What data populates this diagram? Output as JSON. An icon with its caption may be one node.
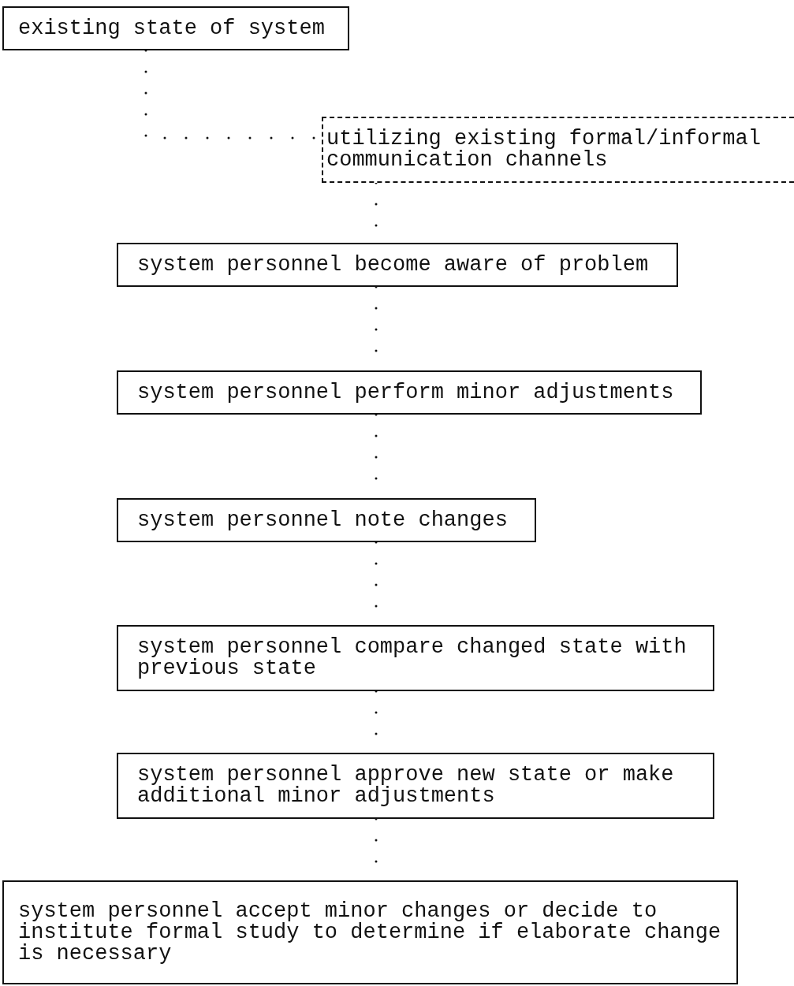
{
  "diagram": {
    "nodes": [
      {
        "text": [
          "existing state of system"
        ]
      },
      {
        "text": [
          "utilizing existing formal/informal communication channels"
        ]
      },
      {
        "text": [
          "system personnel become aware of problem"
        ]
      },
      {
        "text": [
          "system personnel perform minor adjustments"
        ]
      },
      {
        "text": [
          "system personnel note changes"
        ]
      },
      {
        "text": [
          "system personnel compare changed state with previous state"
        ]
      },
      {
        "text": [
          "system personnel approve new state or make additional minor adjustments"
        ]
      },
      {
        "text": [
          "system personnel accept minor changes or decide to institute formal study to determine if elaborate change is necessary"
        ]
      }
    ],
    "edges": [
      {
        "from": 0,
        "to": 1,
        "arrow": "none"
      },
      {
        "from": 1,
        "to": 2,
        "arrow": "none"
      },
      {
        "from": 2,
        "to": 3,
        "arrow": "none"
      },
      {
        "from": 3,
        "to": 4,
        "arrow": "none"
      },
      {
        "from": 4,
        "to": 5,
        "arrow": "none"
      },
      {
        "from": 5,
        "to": 6,
        "arrow": "none"
      },
      {
        "from": 6,
        "to": 7,
        "arrow": "none"
      }
    ]
  }
}
